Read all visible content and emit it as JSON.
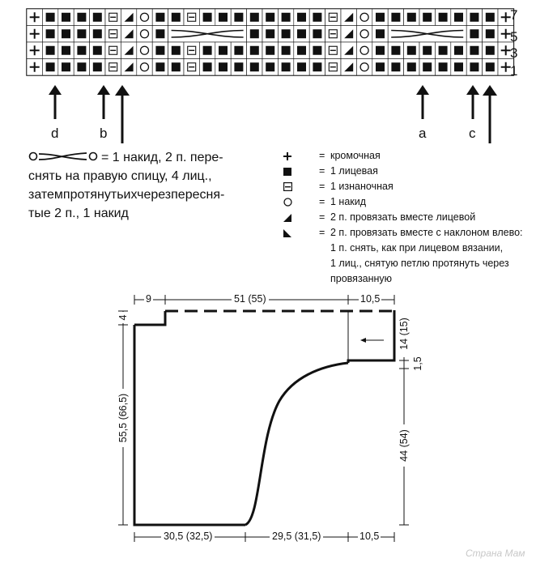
{
  "chart": {
    "row_numbers": [
      "7",
      "5",
      "3",
      "1"
    ],
    "rows": [
      [
        "edge",
        "k",
        "k",
        "k",
        "k",
        "p",
        "k2tog",
        "yo",
        "k",
        "k",
        "p",
        "k",
        "k",
        "k",
        "k",
        "k",
        "k",
        "k",
        "k",
        "p",
        "k2tog",
        "yo",
        "k",
        "k",
        "k",
        "k",
        "k",
        "k",
        "k",
        "k",
        "edge"
      ],
      [
        "edge",
        "k",
        "k",
        "k",
        "k",
        "p",
        "k2tog",
        "yo",
        "k",
        "cable",
        "cable",
        "cable",
        "cable",
        "cable",
        "k",
        "k",
        "k",
        "k",
        "k",
        "p",
        "k2tog",
        "yo",
        "k",
        "cable",
        "cable",
        "cable",
        "cable",
        "cable",
        "k",
        "k",
        "edge"
      ],
      [
        "edge",
        "k",
        "k",
        "k",
        "k",
        "p",
        "k2tog",
        "yo",
        "k",
        "k",
        "p",
        "k",
        "k",
        "k",
        "k",
        "k",
        "k",
        "k",
        "k",
        "p",
        "k2tog",
        "yo",
        "k",
        "k",
        "k",
        "k",
        "k",
        "k",
        "k",
        "k",
        "edge"
      ],
      [
        "edge",
        "k",
        "k",
        "k",
        "k",
        "p",
        "k2tog",
        "yo",
        "k",
        "k",
        "p",
        "k",
        "k",
        "k",
        "k",
        "k",
        "k",
        "k",
        "k",
        "p",
        "k2tog",
        "yo",
        "k",
        "k",
        "k",
        "k",
        "k",
        "k",
        "k",
        "k",
        "edge"
      ]
    ],
    "arrow_labels": {
      "d": "d",
      "b": "b",
      "a": "a",
      "c": "c"
    }
  },
  "symbol_definition": {
    "lines": [
      "= 1 накид, 2 п. пере-",
      "снять на правую спицу, 4 лиц.,",
      "затемпротянутьихчерезпересня-",
      "тые 2 п., 1 накид"
    ]
  },
  "legend": [
    {
      "icon": "plus-icon",
      "text": "кромочная"
    },
    {
      "icon": "filled-square-icon",
      "text": "1 лицевая"
    },
    {
      "icon": "purl-square-icon",
      "text": "1 изнаночная"
    },
    {
      "icon": "circle-icon",
      "text": "1 накид"
    },
    {
      "icon": "triangle-right-icon",
      "text": "2 п. провязать вместе лицевой"
    },
    {
      "icon": "triangle-left-icon",
      "text": "2 п. провязать вместе с наклоном влево:"
    },
    {
      "icon": "",
      "text": "1 п. снять, как при лицевом вязании,"
    },
    {
      "icon": "",
      "text": "1 лиц., снятую петлю протянуть через"
    },
    {
      "icon": "",
      "text": "провязанную"
    }
  ],
  "schema": {
    "top": {
      "left": "9",
      "middle": "51 (55)",
      "right": "10,5"
    },
    "bottom": {
      "left": "30,5 (32,5)",
      "middle": "29,5 (31,5)",
      "right": "10,5"
    },
    "left_side": {
      "top": "4",
      "main": "55,5 (66,5)"
    },
    "right_side": {
      "top": "14 (15)",
      "mid": "1,5",
      "main": "44 (54)"
    }
  },
  "watermark": "Страна Мам"
}
